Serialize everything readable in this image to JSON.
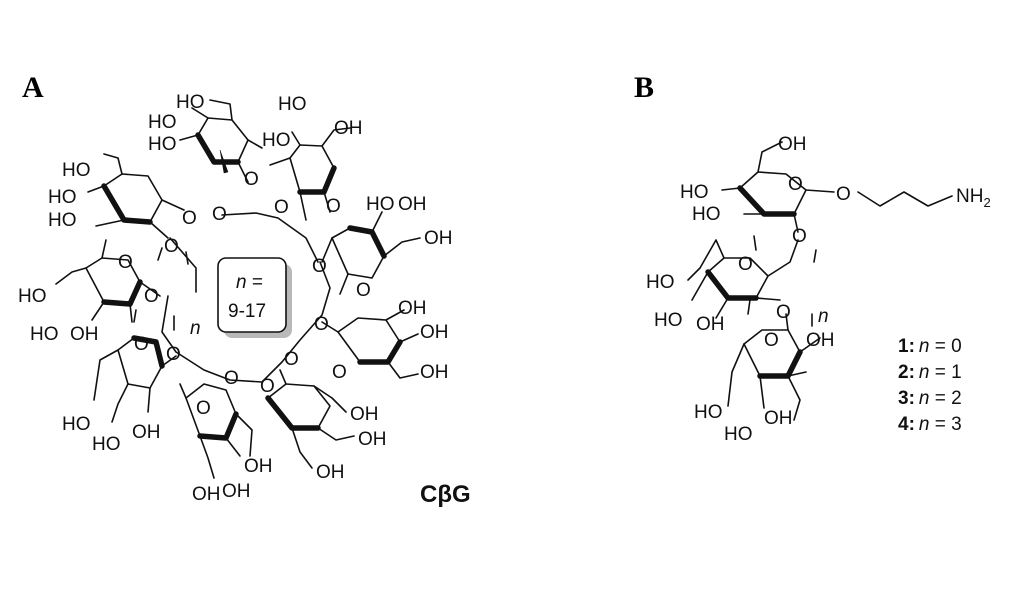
{
  "figure": {
    "panel_a": {
      "letter": "A",
      "ho_label": "HO",
      "oh_label": "OH",
      "ring_o": "O",
      "bracket_n": "n",
      "repeat_box": {
        "italic": "n",
        "eq": " =",
        "range": "9-17"
      },
      "name": "CβG"
    },
    "panel_b": {
      "letter": "B",
      "ho_label": "HO",
      "oh_label": "OH",
      "ring_o": "O",
      "linker_o": "O",
      "amine": "NH",
      "amine_sub": "2",
      "bracket_n": "n",
      "compounds": [
        {
          "id": "1:",
          "n_italic": "n",
          "rest": " = 0"
        },
        {
          "id": "2:",
          "n_italic": "n",
          "rest": " = 1"
        },
        {
          "id": "3:",
          "n_italic": "n",
          "rest": " = 2"
        },
        {
          "id": "4:",
          "n_italic": "n",
          "rest": " = 3"
        }
      ]
    }
  },
  "colors": {
    "ink": "#111111",
    "box_shadow": "#b9b9b9",
    "background": "#ffffff"
  }
}
